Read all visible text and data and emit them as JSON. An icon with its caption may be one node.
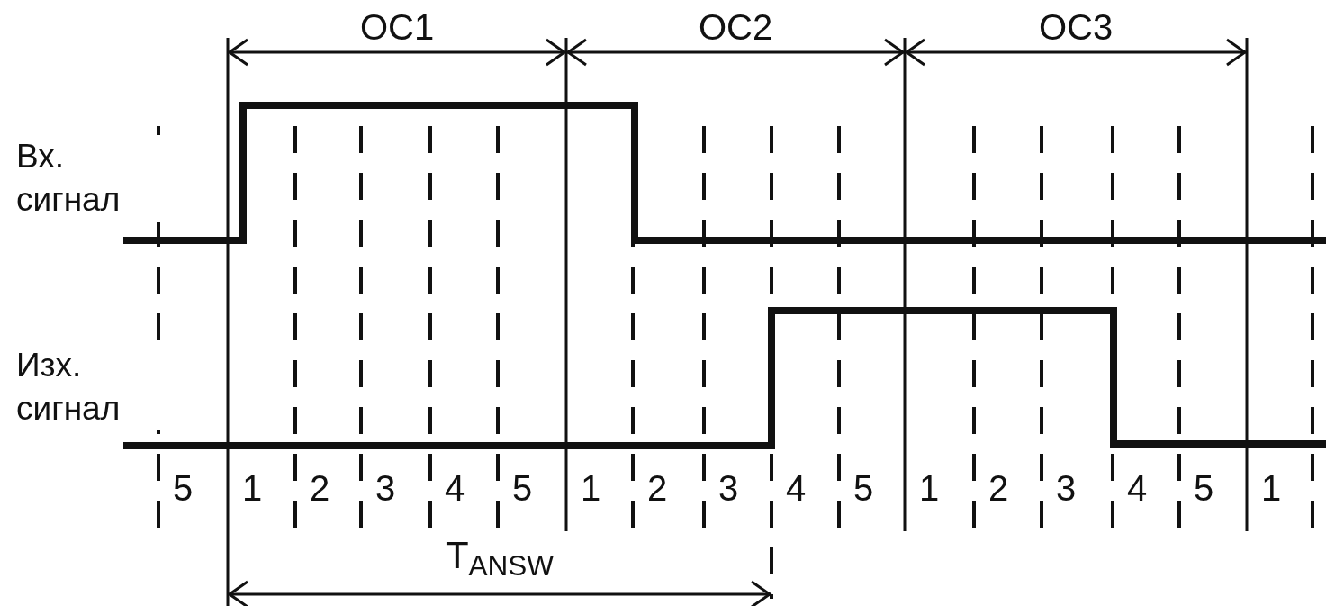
{
  "diagram": {
    "labels": [
      "ОС1",
      "ОС2",
      "ОС3",
      "Вх. сигнал",
      "Изх. сигнал",
      "5",
      "1",
      "2",
      "3",
      "4",
      "5",
      "1",
      "2",
      "3",
      "4",
      "5",
      "1",
      "2",
      "3",
      "4",
      "5",
      "1",
      "T$_{ANSW}$"
    ]
  }
}
